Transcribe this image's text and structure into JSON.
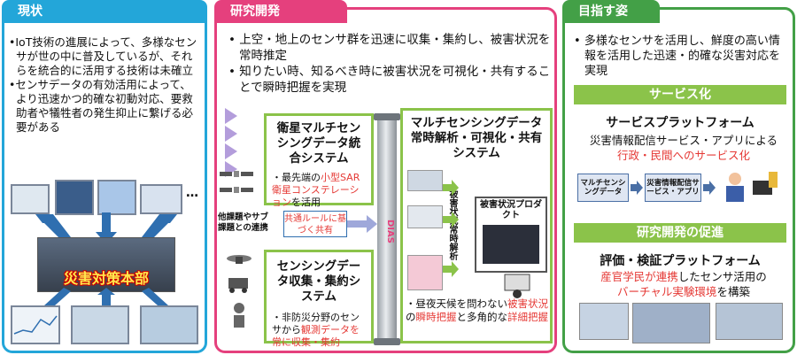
{
  "left": {
    "tab": "現状",
    "bullets": [
      "IoT技術の進展によって、多様なセンサが世の中に普及しているが、それらを統合的に活用する技術は未確立",
      "センサデータの有効活用によって、より迅速かつ的確な初動対応、要救助者や犠牲者の発生抑止に繋げる必要がある"
    ],
    "ellipsis": "…",
    "hq_label": "災害対策本部"
  },
  "mid": {
    "tab": "研究開発",
    "bullets": [
      "上空・地上のセンサ群を迅速に収集・集約し、被害状況を常時推定",
      "知りたい時、知るべき時に被害状況を可視化・共有することで瞬時把握を実現"
    ],
    "sat_system": {
      "title": "衛星マルチセンシングデータ統合システム",
      "desc_prefix": "・最先端の",
      "desc_highlight": "小型SAR衛星コンステレーション",
      "desc_suffix": "を活用"
    },
    "collect_system": {
      "title": "センシングデータ収集・集約システム",
      "desc_prefix": "・非防災分野のセンサから",
      "desc_highlight": "観測データを常に収集・集約"
    },
    "rule_label": "共通ルールに基づく共有",
    "external_label": "他課題やサブ課題との連携",
    "pipe_label": "DIAS",
    "analysis_system": {
      "title": "マルチセンシングデータ常時解析・可視化・共有システム",
      "vertical_label": "被害状況常時解析",
      "product_label": "被害状況プロダクト",
      "desc_prefix": "・昼夜天候を問わない",
      "desc_hl1": "被害状況",
      "desc_mid": "の",
      "desc_hl2": "瞬時把握",
      "desc_mid2": "と多角的な",
      "desc_hl3": "詳細把握"
    }
  },
  "right": {
    "tab": "目指す姿",
    "bullet": "多様なセンサを活用し、鮮度の高い情報を活用した迅速・的確な災害対応を実現",
    "service_bar": "サービス化",
    "service_title": "サービスプラットフォーム",
    "service_text": "災害情報配信サービス・アプリによる",
    "service_red": "行政・民間へのサービス化",
    "flow1": "マルチセンシングデータ",
    "flow2": "災害情報配信サービス・アプリ",
    "promo_bar": "研究開発の促進",
    "eval_title": "評価・検証プラットフォーム",
    "eval_red": "産官学民が連携",
    "eval_mid": "したセンサ活用の",
    "eval_red2": "バーチャル実験環境",
    "eval_suffix": "を構築"
  },
  "colors": {
    "left": "#23a6d9",
    "mid": "#e5407d",
    "right": "#43a047",
    "box": "#8bc34a",
    "highlight": "#e53935"
  }
}
